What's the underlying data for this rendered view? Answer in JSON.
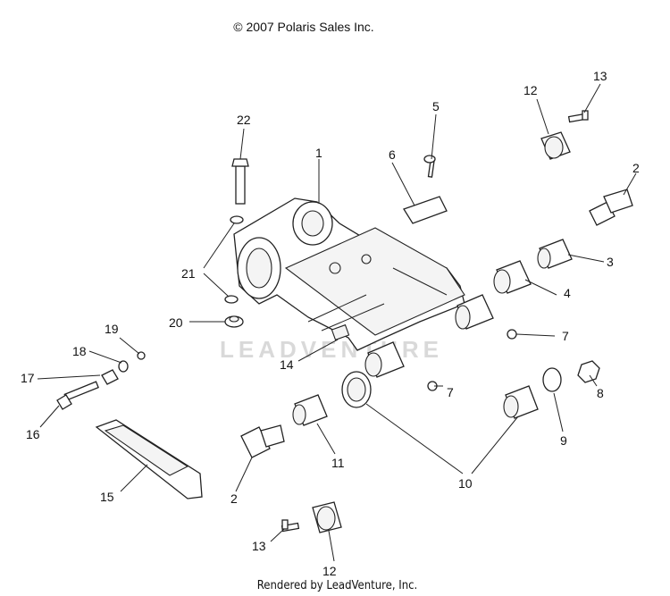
{
  "header": {
    "copyright": "© 2007 Polaris Sales Inc."
  },
  "footer": {
    "rendered_by": "Rendered by LeadVenture, Inc."
  },
  "watermark": {
    "text": "LEADVENTURE"
  },
  "callouts": [
    "1",
    "2",
    "2",
    "3",
    "4",
    "5",
    "6",
    "7",
    "7",
    "8",
    "9",
    "10",
    "11",
    "12",
    "12",
    "13",
    "13",
    "14",
    "15",
    "16",
    "17",
    "18",
    "19",
    "20",
    "21",
    "22"
  ]
}
